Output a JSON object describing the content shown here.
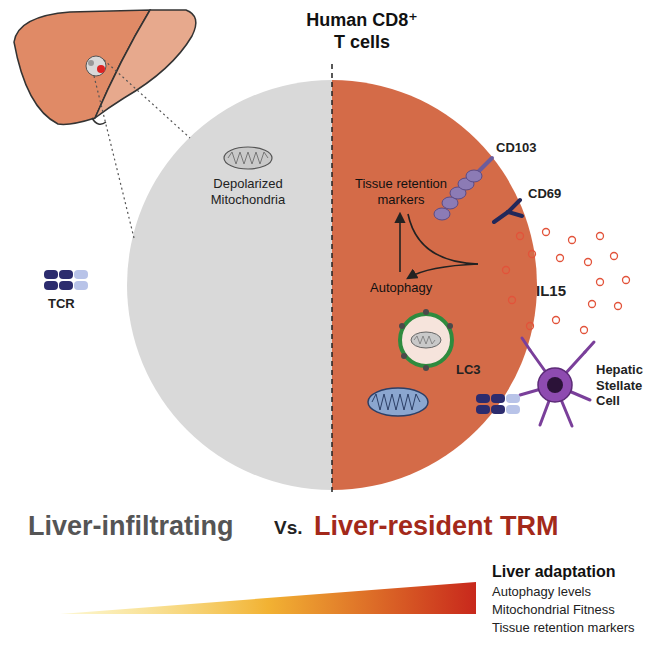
{
  "diagram": {
    "title": "Human CD8⁺ T cells",
    "nodes": [
      {
        "text": [
          "Depolarized Mitochondria"
        ]
      },
      {
        "text": [
          "Tissue retention markers",
          "Autophagy"
        ]
      }
    ],
    "labels": [
      "TCR",
      "CD103",
      "CD69",
      "IL15",
      "Hepatic Stellate Cell",
      "LC3",
      "Liver-infiltrating",
      "Vs.",
      "Liver-resident TRM",
      "Liver adaptation",
      "Autophagy levels",
      "Mitochondrial Fitness",
      "Tissue retention markers"
    ]
  }
}
